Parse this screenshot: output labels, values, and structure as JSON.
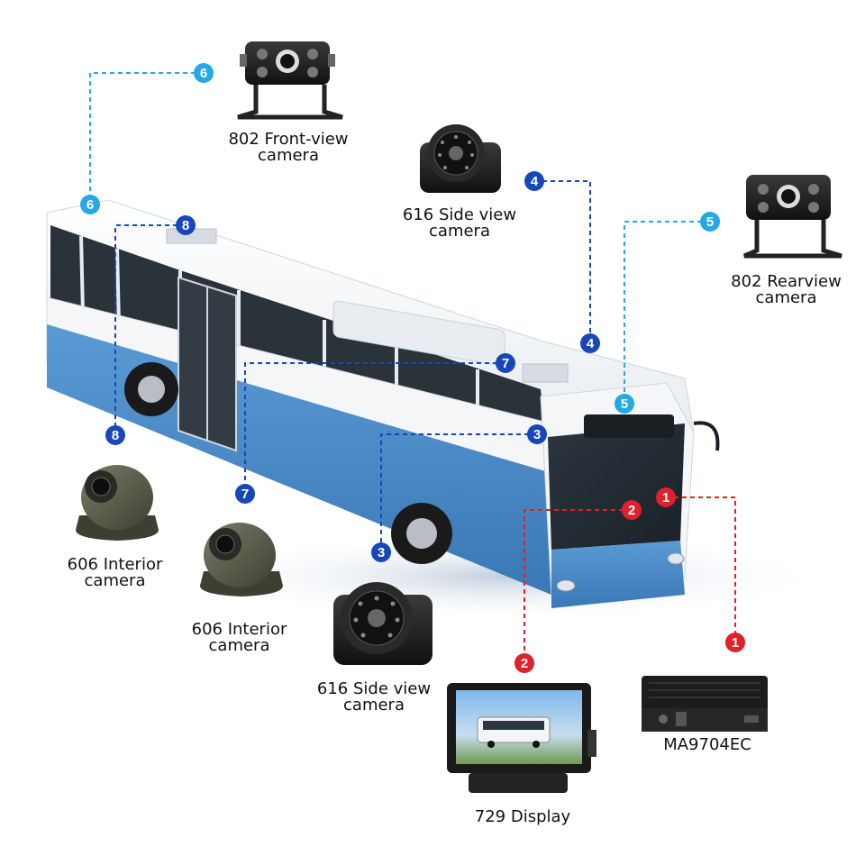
{
  "labels": {
    "front_cam": [
      "802 Front-view",
      "camera"
    ],
    "side_cam_top": [
      "616 Side view",
      "camera"
    ],
    "rear_cam": [
      "802 Rearview",
      "camera"
    ],
    "interior_cam_1": [
      "606 Interior",
      "camera"
    ],
    "interior_cam_2": [
      "606 Interior",
      "camera"
    ],
    "side_cam_bottom": [
      "616 Side view",
      "camera"
    ],
    "display": "729 Display",
    "dvr": "MA9704EC"
  },
  "markers": {
    "m1": "1",
    "m2": "2",
    "m3": "3",
    "m4": "4",
    "m5": "5",
    "m6": "6",
    "m7": "7",
    "m8": "8"
  },
  "colors": {
    "red": "#e0202a",
    "dark_blue": "#1747b8",
    "light_blue": "#22a9e6",
    "bus_blue": "#4b90cf",
    "bus_white": "#f4f6f8"
  },
  "icons": [
    "front-camera-icon",
    "side-camera-icon",
    "rear-camera-icon",
    "dome-camera-icon",
    "monitor-icon",
    "dvr-recorder-icon",
    "bus-illustration"
  ]
}
